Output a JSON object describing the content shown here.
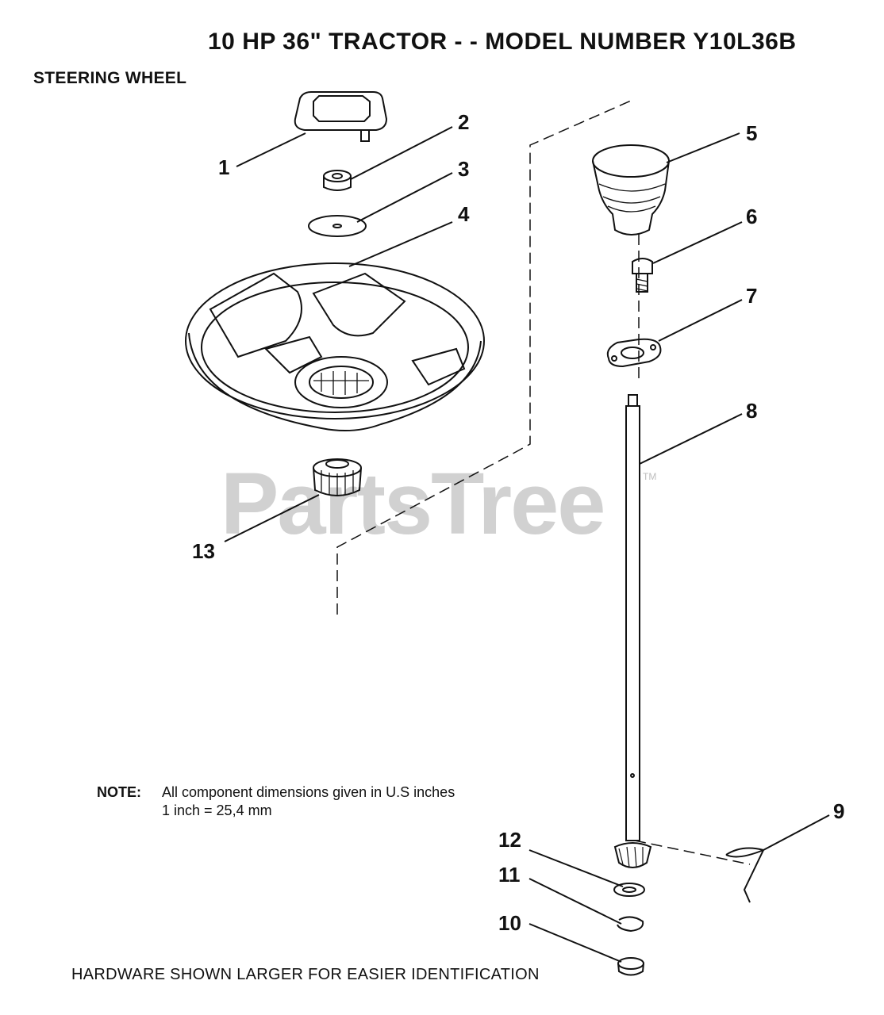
{
  "header": {
    "model_title": "10 HP 36\" TRACTOR - - MODEL NUMBER Y10L36B",
    "section_title": "STEERING WHEEL"
  },
  "callouts": {
    "c1": "1",
    "c2": "2",
    "c3": "3",
    "c4": "4",
    "c5": "5",
    "c6": "6",
    "c7": "7",
    "c8": "8",
    "c9": "9",
    "c10": "10",
    "c11": "11",
    "c12": "12",
    "c13": "13"
  },
  "watermark": {
    "text": "PartsTree",
    "tm": "TM"
  },
  "note": {
    "label": "NOTE:",
    "line1": "All component dimensions given in U.S  inches",
    "line2": "1 inch  =  25,4 mm"
  },
  "footer": "HARDWARE SHOWN LARGER FOR EASIER IDENTIFICATION",
  "colors": {
    "ink": "#111111",
    "watermark": "#c9c9c9"
  }
}
